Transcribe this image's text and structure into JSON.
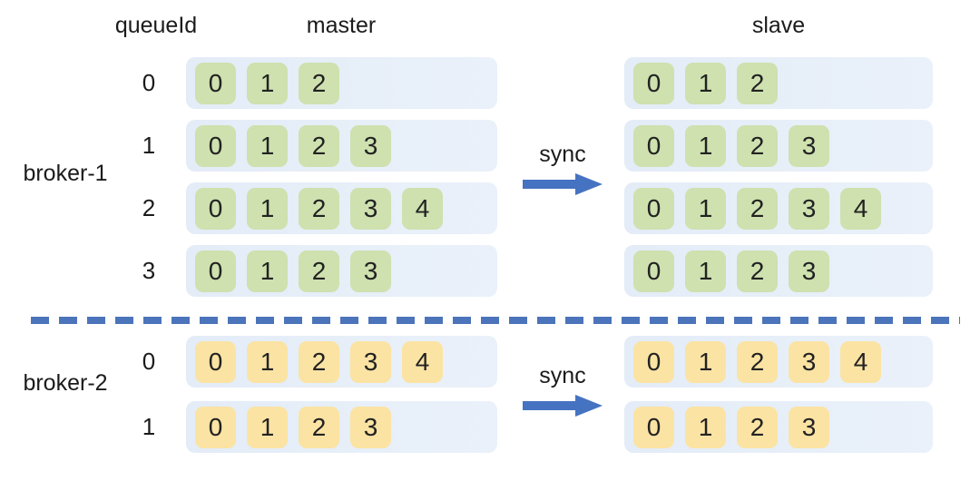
{
  "headers": {
    "queue_id": "queueId",
    "master": "master",
    "slave": "slave"
  },
  "sync_label": "sync",
  "colors": {
    "row_bar": "#e3ecf7",
    "green_cell": "#cee1af",
    "yellow_cell": "#fbe3a3",
    "arrow_blue": "#4673c1",
    "divider_blue": "#4c74ba"
  },
  "brokers": [
    {
      "name": "broker-1",
      "cell_color": "green",
      "queues": [
        {
          "queue_id": "0",
          "master_cells": [
            "0",
            "1",
            "2"
          ],
          "slave_cells": [
            "0",
            "1",
            "2"
          ]
        },
        {
          "queue_id": "1",
          "master_cells": [
            "0",
            "1",
            "2",
            "3"
          ],
          "slave_cells": [
            "0",
            "1",
            "2",
            "3"
          ]
        },
        {
          "queue_id": "2",
          "master_cells": [
            "0",
            "1",
            "2",
            "3",
            "4"
          ],
          "slave_cells": [
            "0",
            "1",
            "2",
            "3",
            "4"
          ]
        },
        {
          "queue_id": "3",
          "master_cells": [
            "0",
            "1",
            "2",
            "3"
          ],
          "slave_cells": [
            "0",
            "1",
            "2",
            "3"
          ]
        }
      ]
    },
    {
      "name": "broker-2",
      "cell_color": "yellow",
      "queues": [
        {
          "queue_id": "0",
          "master_cells": [
            "0",
            "1",
            "2",
            "3",
            "4"
          ],
          "slave_cells": [
            "0",
            "1",
            "2",
            "3",
            "4"
          ]
        },
        {
          "queue_id": "1",
          "master_cells": [
            "0",
            "1",
            "2",
            "3"
          ],
          "slave_cells": [
            "0",
            "1",
            "2",
            "3"
          ]
        }
      ]
    }
  ]
}
